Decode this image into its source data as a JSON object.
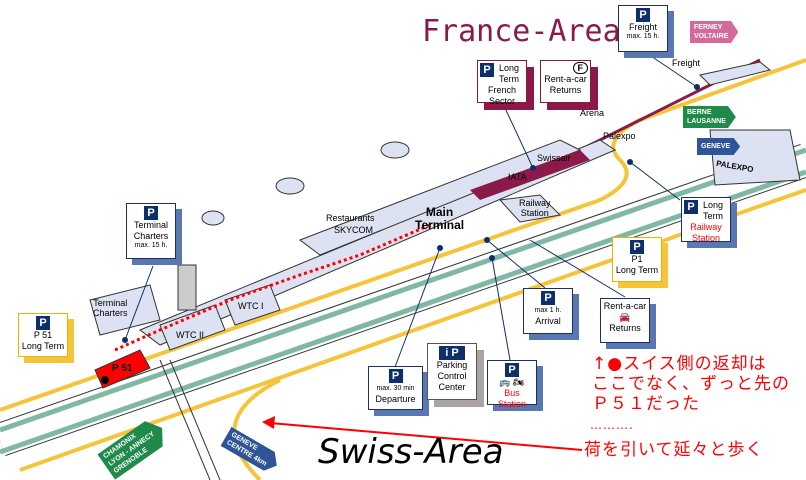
{
  "titles": {
    "france_area": "France-Area",
    "swiss_area": "Swiss-Area"
  },
  "signs": {
    "ferney": [
      "FERNEY",
      "VOLTAIRE"
    ],
    "berne": [
      "BERNE",
      "LAUSANNE"
    ],
    "geneve": "GENEVE",
    "chamonix": [
      "CHAMONIX",
      "LYON - ANNECY",
      "GRENOBLE"
    ],
    "geneve_centre": [
      "GENEVE",
      "CENTRE 4km"
    ]
  },
  "boxes": {
    "freight": {
      "p": "P",
      "name": "Freight",
      "max": "max.",
      "hours": "15 h."
    },
    "french_sector": {
      "p": "P",
      "lines": [
        "Long",
        "Term",
        "French",
        "Sector"
      ]
    },
    "rentacar_f": {
      "badge": "F",
      "line1": "Rent-a-car",
      "line2": "Returns"
    },
    "railway_long": {
      "p": "P",
      "lines": [
        "Long",
        "Term"
      ],
      "red": [
        "Railway",
        "Station"
      ]
    },
    "p1": {
      "p": "P",
      "lines": [
        "P1",
        "Long Term"
      ]
    },
    "charters": {
      "p": "P",
      "lines": [
        "Terminal",
        "Charters"
      ],
      "max": "max.",
      "hours": "15 h."
    },
    "p51": {
      "p": "P",
      "lines": [
        "P 51",
        "Long Term"
      ]
    },
    "arrival": {
      "p": "P",
      "max": "max 1 h.",
      "name": "Arrival"
    },
    "rentacar": {
      "line1": "Rent-a-car",
      "line2": "Returns"
    },
    "departure": {
      "p": "P",
      "max": "max. 30 min",
      "name": "Departure"
    },
    "parking_control": {
      "icons": "i P",
      "lines": [
        "Parking",
        "Control",
        "Center"
      ]
    },
    "bus": {
      "p": "P",
      "name": "Bus Station"
    }
  },
  "labels": {
    "freight": "Freight",
    "arena": "Arena",
    "palexpo": "Palexpo",
    "palexpo_bldg": "PALEXPO",
    "swissair": "Swissair",
    "iata": "IATA",
    "railway_station": [
      "Railway",
      "Station"
    ],
    "main_terminal": [
      "Main",
      "Terminal"
    ],
    "restaurants": "Restaurants",
    "skycom": "SKYCOM",
    "terminal_charters": [
      "Terminal",
      "Charters"
    ],
    "wtc1": "WTC I",
    "wtc2": "WTC II",
    "p51_lot": "P 51"
  },
  "annotation": {
    "lines": [
      "↑●スイス側の返却は",
      "ここでなく、ずっと先の",
      "Ｐ５１だった"
    ],
    "dots": "……….",
    "walk": "荷を引いて延々と歩く"
  },
  "colors": {
    "road": "#f6c43a",
    "green": "#7fb9a3",
    "building": "#dde2f2",
    "maroon": "#8b1a4a",
    "red": "#ff0000"
  }
}
